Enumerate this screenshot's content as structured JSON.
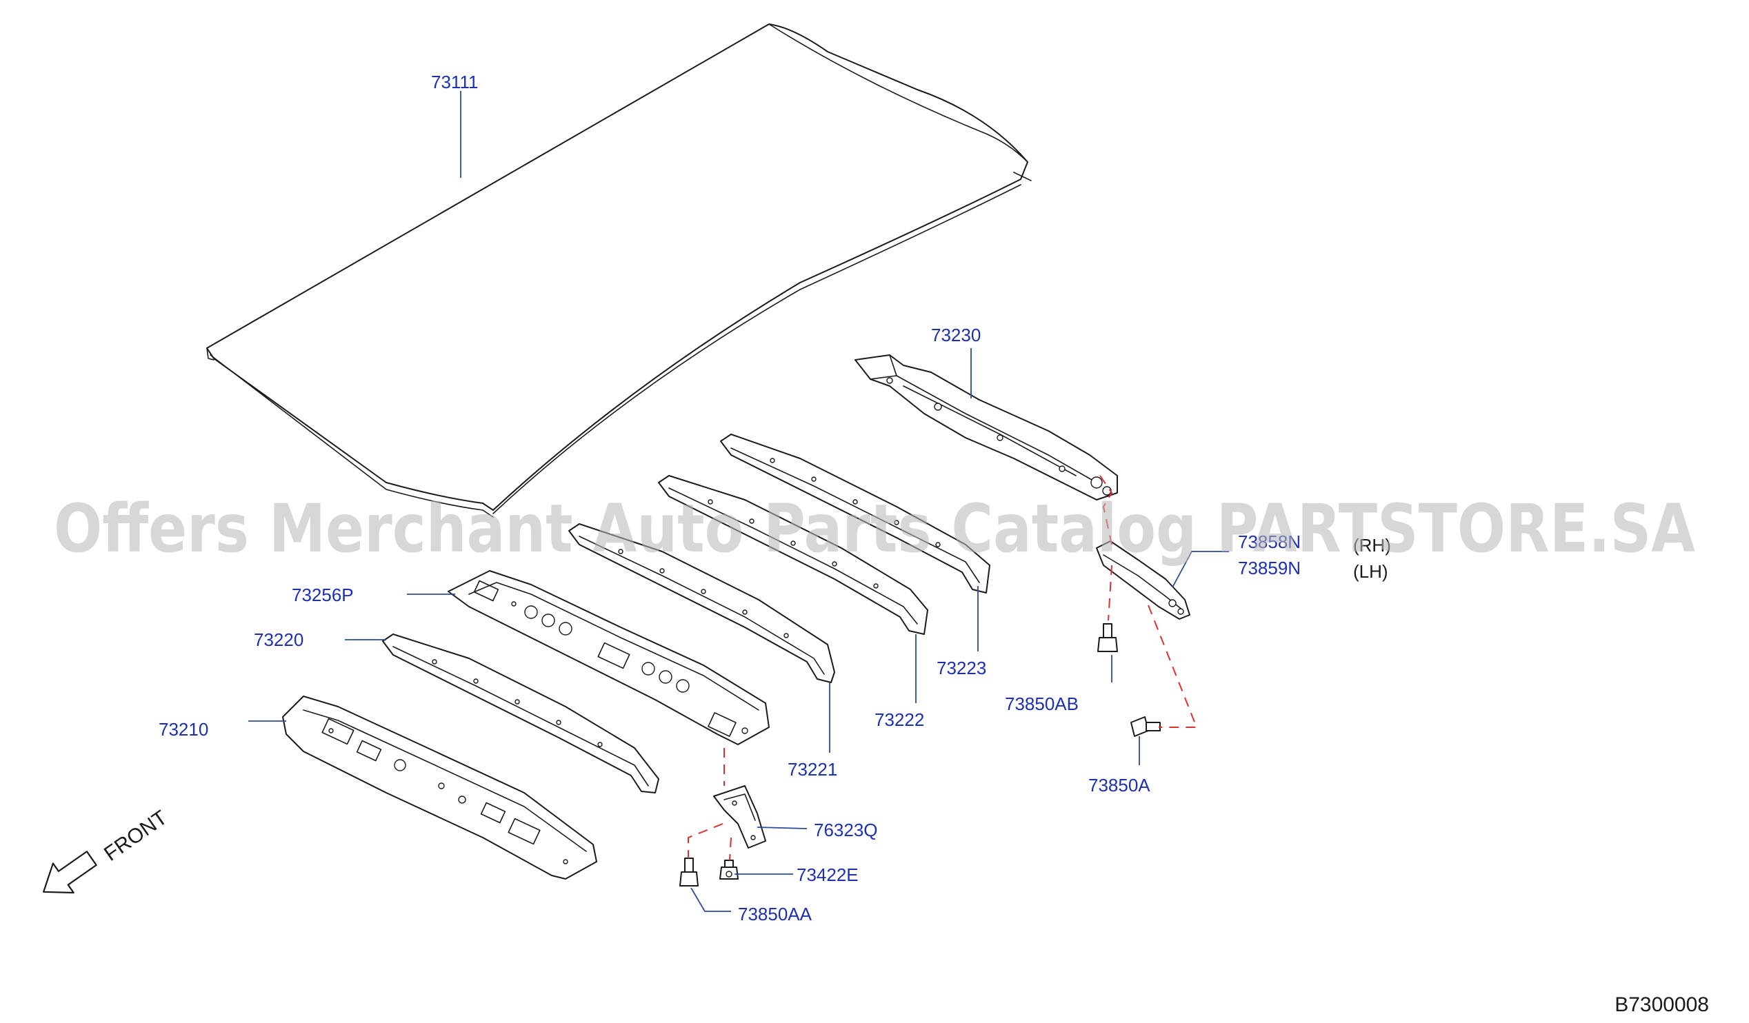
{
  "diagram": {
    "watermark": "Offers Merchant Auto Parts Catalog PARTSTORE.SA",
    "diagram_code": "B7300008",
    "direction_label": "FRONT",
    "side_labels": {
      "rh": "(RH)",
      "lh": "(LH)"
    },
    "parts": {
      "roof_panel": "73111",
      "rear_rail": "73230",
      "bow_73223": "73223",
      "bow_73222": "73222",
      "bow_73221": "73221",
      "rail_73256p": "73256P",
      "bow_73220": "73220",
      "front_rail": "73210",
      "bracket_rh": "73858N",
      "bracket_lh": "73859N",
      "bolt_73850ab": "73850AB",
      "bolt_73850a": "73850A",
      "bracket_76323q": "76323Q",
      "clip_73422e": "73422E",
      "bolt_73850aa": "73850AA"
    },
    "colors": {
      "part_label": "#1c2fb5",
      "leader_line": "#2b4a9a",
      "dashed_line": "#e0302c",
      "outline": "#1a1a1a",
      "watermark": "#b8b8b8"
    }
  }
}
